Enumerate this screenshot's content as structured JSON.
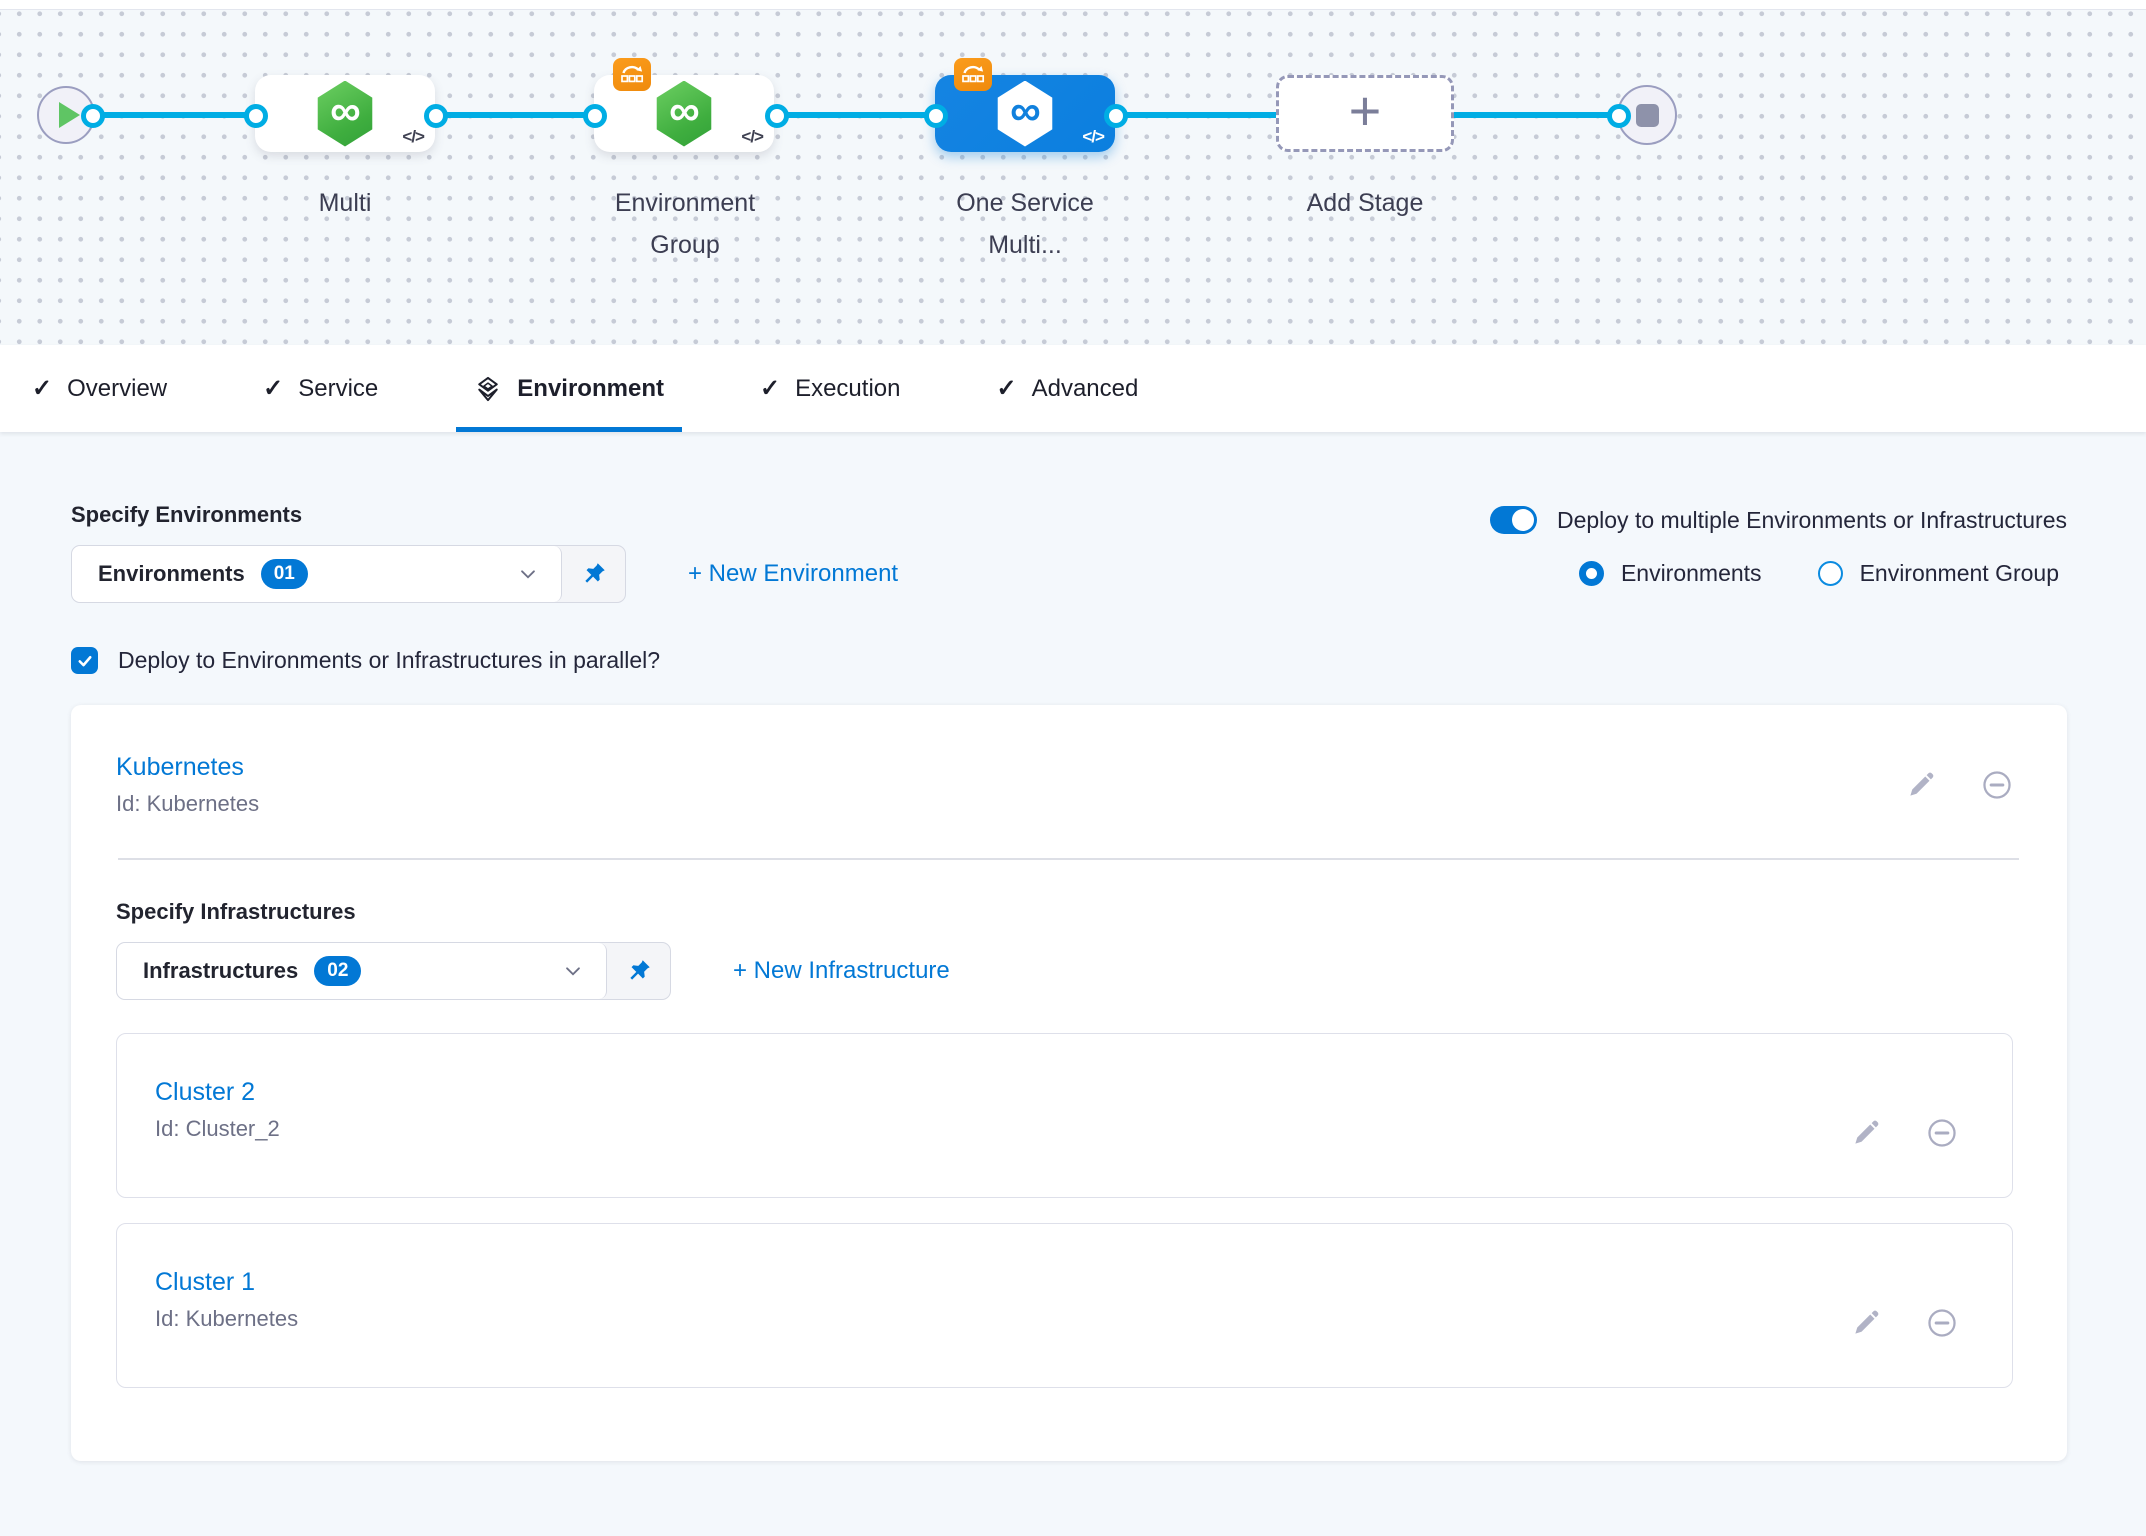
{
  "colors": {
    "accent": "#0278d5",
    "connector": "#00ade4",
    "node_green": "#42ab45",
    "badge_orange": "#f6920f",
    "link_blue": "#0278d5"
  },
  "icons": {
    "check": "✓",
    "infinity": "∞",
    "code": "</>",
    "plus": "+"
  },
  "pipeline": {
    "stages": [
      {
        "name": "Multi"
      },
      {
        "name": "Environment Group"
      },
      {
        "name": "One Service Multi..."
      },
      {
        "name": "Add Stage"
      }
    ]
  },
  "tabs": [
    {
      "label": "Overview"
    },
    {
      "label": "Service"
    },
    {
      "label": "Environment"
    },
    {
      "label": "Execution"
    },
    {
      "label": "Advanced"
    }
  ],
  "environment": {
    "specify_environments_label": "Specify Environments",
    "environments_dropdown": {
      "value": "Environments",
      "badge": "01"
    },
    "new_environment_label": "+ New Environment",
    "deploy_multiple_toggle": {
      "label": "Deploy to multiple Environments or Infrastructures",
      "on": true
    },
    "target_type_radios": [
      {
        "label": "Environments",
        "selected": true
      },
      {
        "label": "Environment Group",
        "selected": false
      }
    ],
    "parallel_checkbox": {
      "label": "Deploy to Environments or Infrastructures in parallel?",
      "checked": true
    },
    "environment_card": {
      "name": "Kubernetes",
      "id": "Id: Kubernetes",
      "specify_infrastructures_label": "Specify Infrastructures",
      "infrastructures_dropdown": {
        "value": "Infrastructures",
        "badge": "02"
      },
      "new_infrastructure_label": "+ New Infrastructure",
      "infrastructures": [
        {
          "name": "Cluster 2",
          "id": "Id: Cluster_2"
        },
        {
          "name": "Cluster 1",
          "id": "Id: Kubernetes"
        }
      ]
    }
  }
}
